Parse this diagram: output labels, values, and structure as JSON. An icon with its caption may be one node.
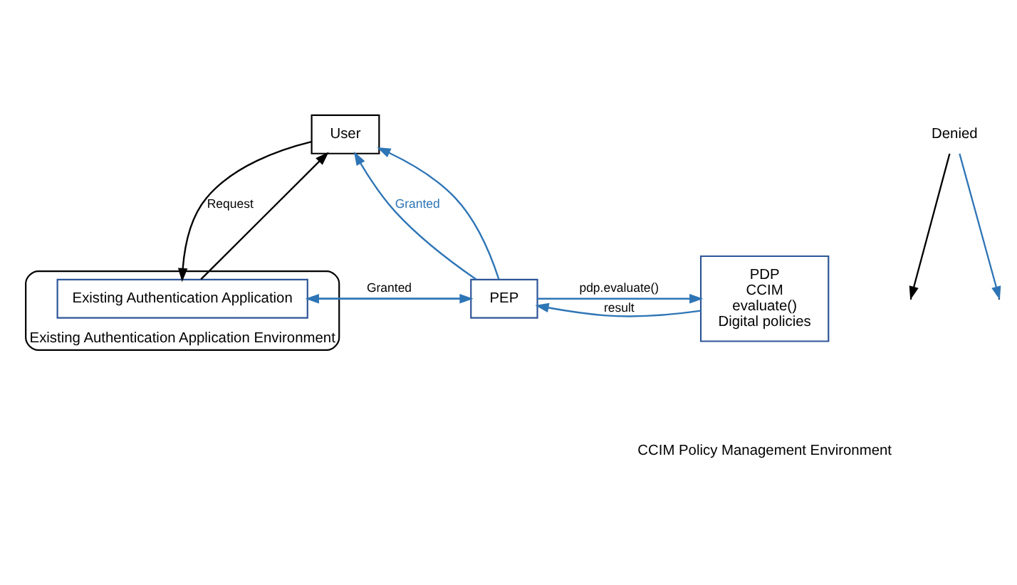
{
  "diagram": {
    "nodes": [
      {
        "text": [
          "User"
        ]
      },
      {
        "text": [
          "PDP",
          "CCIM",
          "evaluate()",
          "Digital policies"
        ]
      },
      {
        "text": [
          "Existing Authentication Application Environment"
        ]
      },
      {
        "text": [
          "PEP"
        ]
      },
      {
        "text": [
          "Existing Authentication Application"
        ],
        "in": 2
      },
      {
        "text": [
          "Denied"
        ]
      }
    ],
    "edges": [
      {
        "from": 1,
        "to": 3,
        "arrow": "to",
        "label": "result"
      },
      {
        "from": 3,
        "to": 1,
        "arrow": "to",
        "label": "pdp.evaluate()"
      },
      {
        "from": 3,
        "to": 0,
        "arrow": "to",
        "label": "Granted"
      },
      {
        "from": 3,
        "to": 0,
        "arrow": "to"
      },
      {
        "from": 3,
        "to": 4,
        "arrow": "to"
      },
      {
        "from": 4,
        "to": 0,
        "arrow": "to",
        "color": "#000000"
      },
      {
        "from": 0,
        "to": 4,
        "arrow": "to",
        "label": "Request",
        "color": "#000000"
      },
      {
        "from": 4,
        "to": 3,
        "arrow": "to",
        "label": "Granted"
      },
      {
        "from": 5,
        "to": null,
        "arrow": "to"
      },
      {
        "from": 5,
        "to": null,
        "arrow": "to",
        "color": "#000000"
      }
    ],
    "labels": [
      "CCIM Policy Management Environment"
    ]
  }
}
